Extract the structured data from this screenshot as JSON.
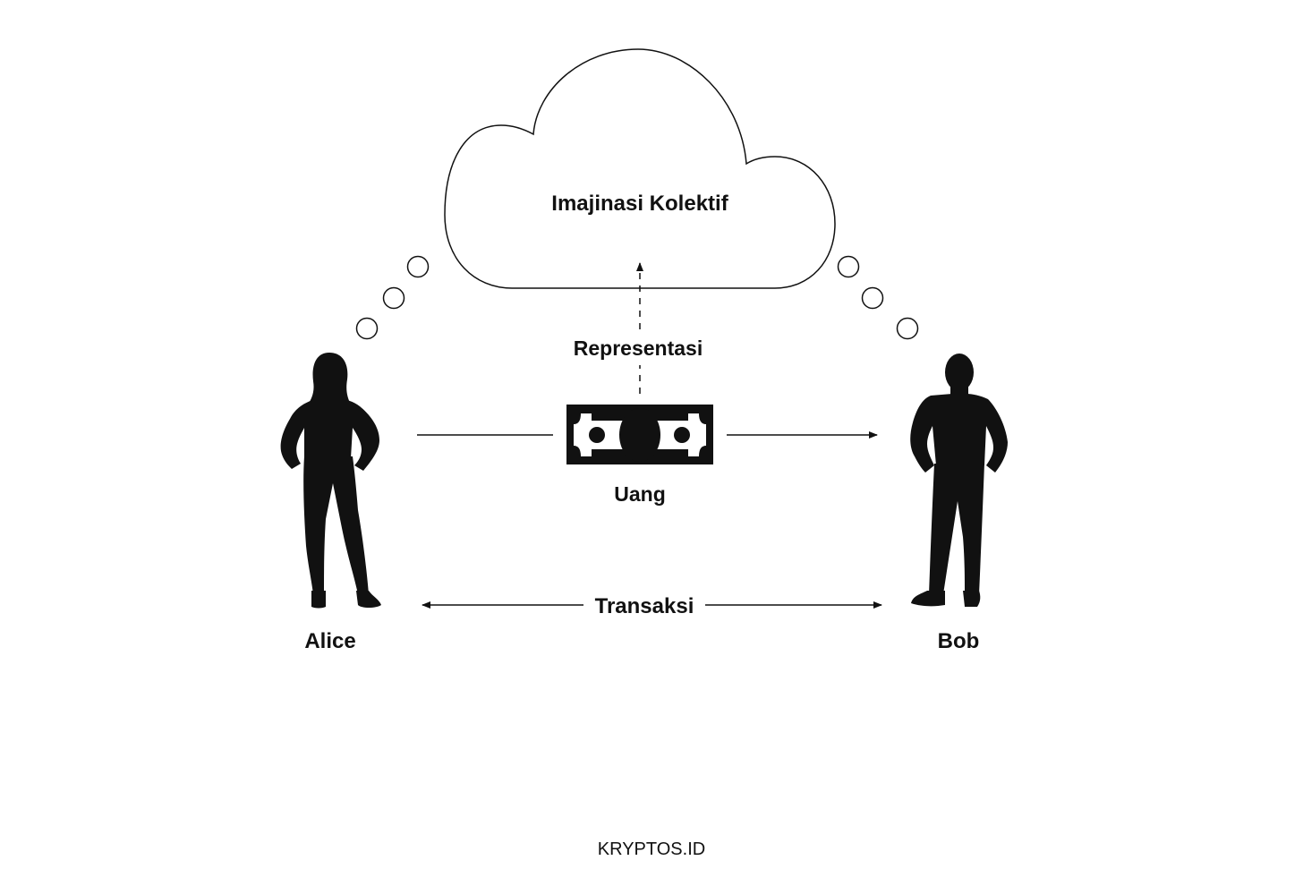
{
  "diagram": {
    "cloud_label": "Imajinasi Kolektif",
    "representation_label": "Representasi",
    "money_label": "Uang",
    "transaction_label": "Transaksi",
    "person_left": "Alice",
    "person_right": "Bob",
    "credit": "KRYPTOS.ID"
  },
  "colors": {
    "ink": "#111111",
    "background": "#ffffff"
  },
  "icons": {
    "cloud": "thought-cloud",
    "left_person": "woman-silhouette-icon",
    "right_person": "man-silhouette-icon",
    "money": "banknote-icon"
  }
}
